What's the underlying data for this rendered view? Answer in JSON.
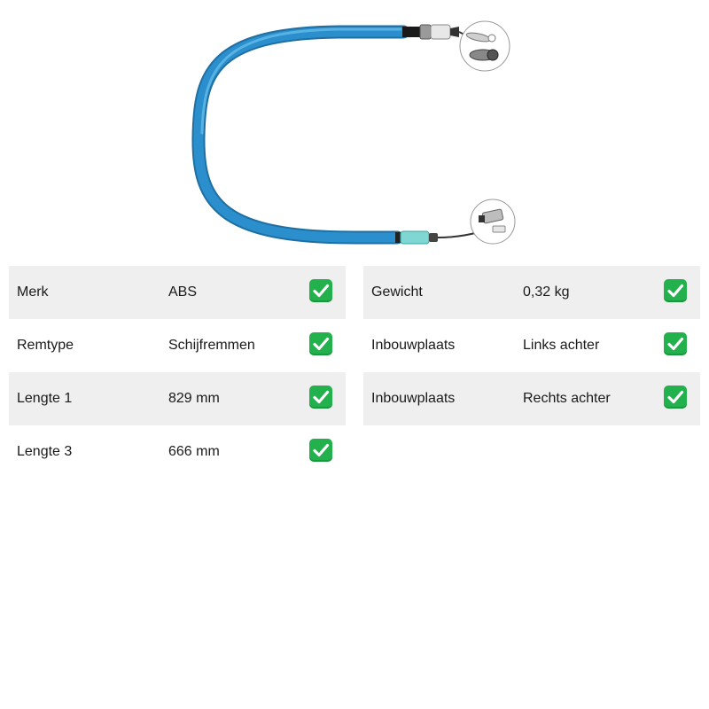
{
  "colors": {
    "cable_blue": "#2a8fcc",
    "row_shade": "#efefef",
    "check_green": "#22b14c"
  },
  "product": {
    "image": "brake-cable-icon"
  },
  "specs_left": [
    {
      "label": "Merk",
      "value": "ABS",
      "check": "check-icon"
    },
    {
      "label": "Remtype",
      "value": "Schijfremmen",
      "check": "check-icon"
    },
    {
      "label": "Lengte 1",
      "value": "829 mm",
      "check": "check-icon"
    },
    {
      "label": "Lengte 3",
      "value": "666 mm",
      "check": "check-icon"
    }
  ],
  "specs_right": [
    {
      "label": "Gewicht",
      "value": "0,32 kg",
      "check": "check-icon"
    },
    {
      "label": "Inbouwplaats",
      "value": "Links achter",
      "check": "check-icon"
    },
    {
      "label": "Inbouwplaats",
      "value": "Rechts achter",
      "check": "check-icon"
    }
  ]
}
